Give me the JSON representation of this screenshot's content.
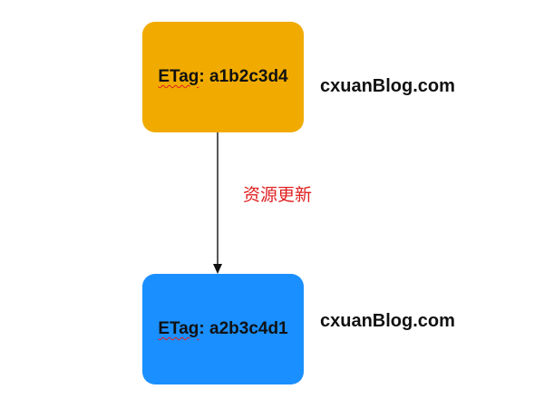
{
  "nodes": {
    "before": {
      "etag_prefix": "ETag",
      "etag_value": ": a1b2c3d4",
      "domain": "cxuanBlog.com",
      "fill": "#f1ab00"
    },
    "after": {
      "etag_prefix": "ETag",
      "etag_value": ": a2b3c4d1",
      "domain": "cxuanBlog.com",
      "fill": "#1a8fff"
    }
  },
  "edge": {
    "label": "资源更新",
    "label_color": "#e02020"
  }
}
